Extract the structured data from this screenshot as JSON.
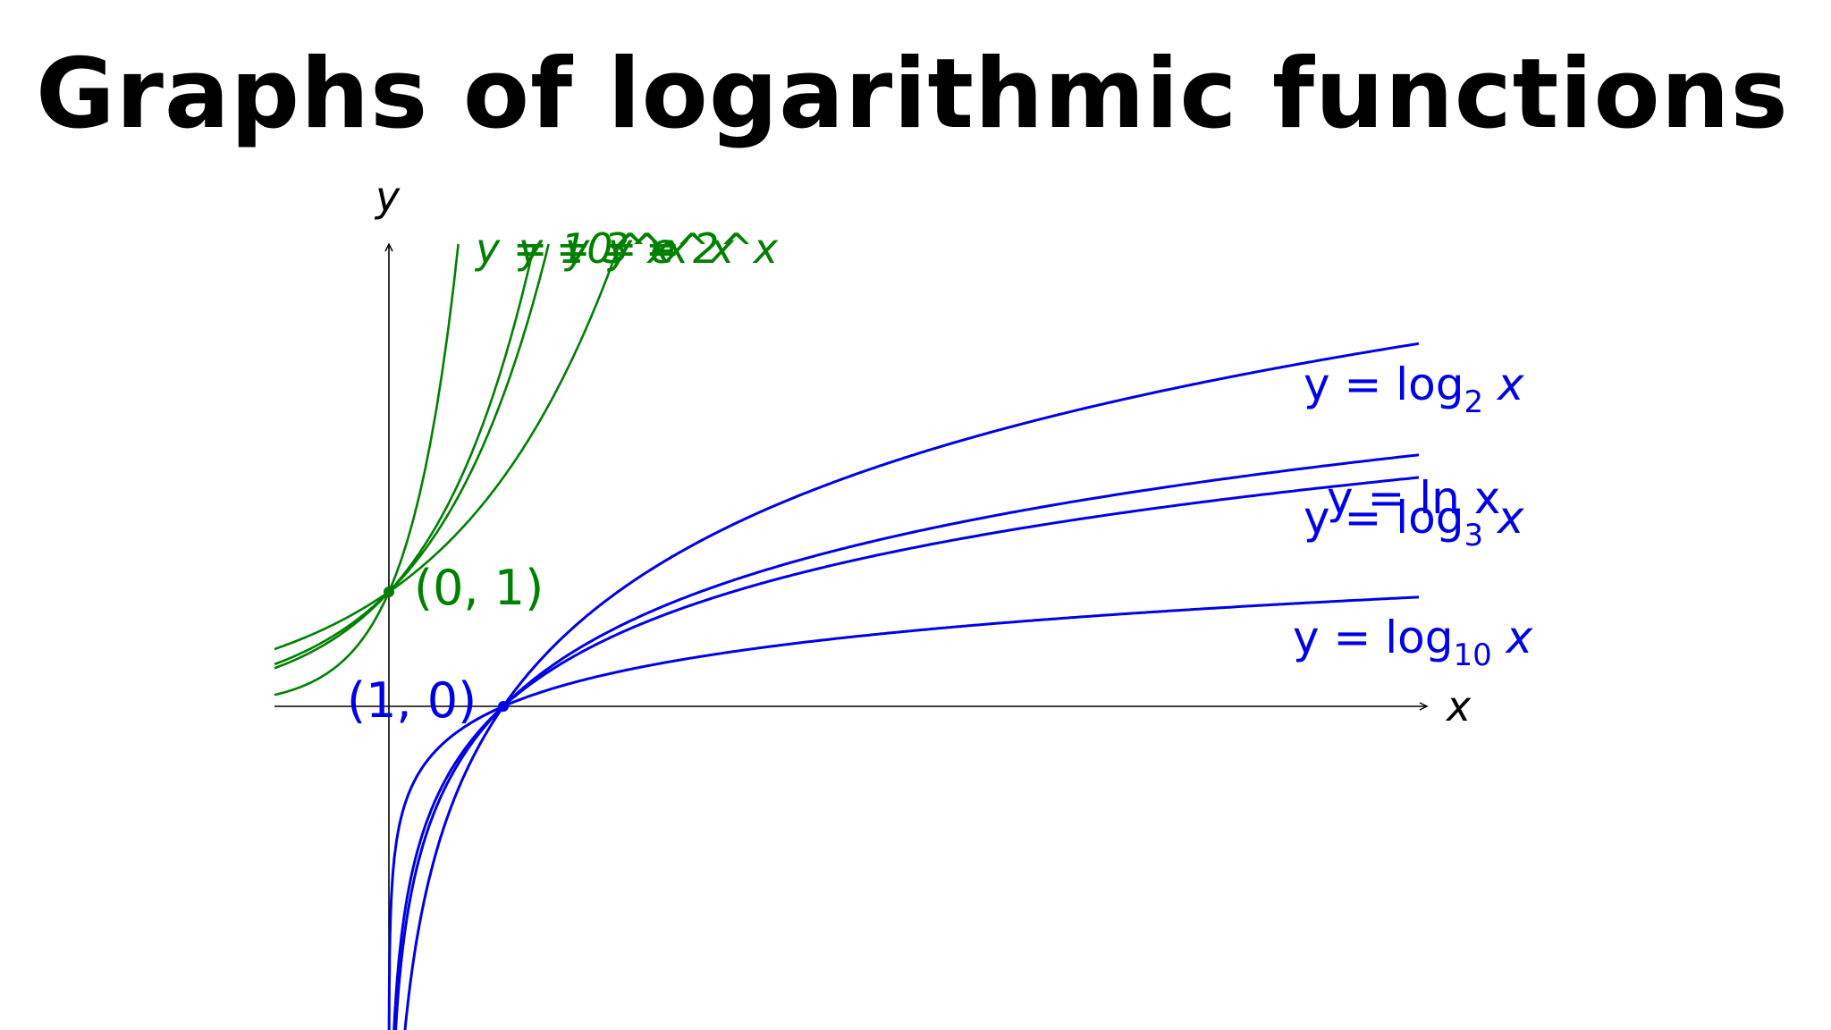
{
  "page": {
    "title": "Graphs of logarithmic functions"
  },
  "chart_data": {
    "type": "line",
    "xlabel": "x",
    "ylabel": "y",
    "xlim": [
      -1,
      9
    ],
    "ylim": [
      -2.8,
      4
    ],
    "colors": {
      "exponential": "#008000",
      "logarithmic": "#0000e6",
      "axis": "#000000"
    },
    "series": [
      {
        "name": "y = 2^x",
        "group": "exponential",
        "base": 2
      },
      {
        "name": "y = e^x",
        "group": "exponential",
        "base": 2.71828
      },
      {
        "name": "y = 3^x",
        "group": "exponential",
        "base": 3
      },
      {
        "name": "y = 10^x",
        "group": "exponential",
        "base": 10
      },
      {
        "name": "y = log_2 x",
        "group": "logarithmic",
        "base": 2
      },
      {
        "name": "y = ln x",
        "group": "logarithmic",
        "base": 2.71828
      },
      {
        "name": "y = log_3 x",
        "group": "logarithmic",
        "base": 3
      },
      {
        "name": "y = log_10 x",
        "group": "logarithmic",
        "base": 10
      }
    ],
    "annotations": {
      "exp_labels": [
        "y = 10^x",
        "y = 3^x",
        "y = e^x",
        "y = 2^x"
      ],
      "point_exp": {
        "label": "(0, 1)",
        "x": 0,
        "y": 1
      },
      "point_log": {
        "label": "(1, 0)",
        "x": 1,
        "y": 0
      },
      "log_labels": {
        "log2": {
          "pre": "y = log",
          "sub": "2",
          "post": " x"
        },
        "ln": "y = ln x",
        "log3": {
          "pre": "y = log",
          "sub": "3",
          "post": " x"
        },
        "log10": {
          "pre": "y = log",
          "sub": "10",
          "post": " x"
        }
      }
    }
  }
}
